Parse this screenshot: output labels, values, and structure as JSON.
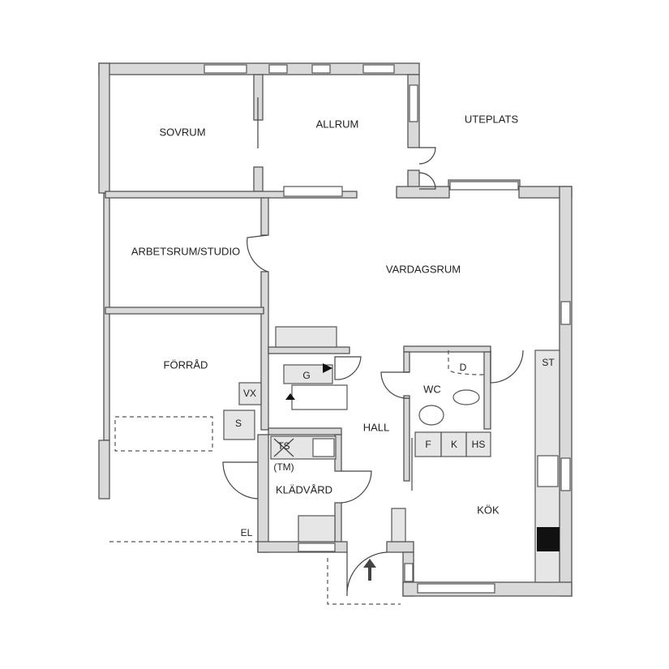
{
  "rooms": {
    "sovrum": "SOVRUM",
    "allrum": "ALLRUM",
    "uteplats": "UTEPLATS",
    "arbetsrum": "ARBETSRUM/STUDIO",
    "vardagsrum": "VARDAGSRUM",
    "forrad": "FÖRRÅD",
    "hall": "HALL",
    "wc": "WC",
    "kladvard": "KLÄDVÅRD",
    "kok": "KÖK"
  },
  "fixtures": {
    "d": "D",
    "g": "G",
    "vx": "VX",
    "s": "S",
    "ts": "TS",
    "tm": "(TM)",
    "f": "F",
    "k": "K",
    "hs": "HS",
    "st": "ST",
    "el": "EL"
  },
  "colors": {
    "wall": "#d9d9d9",
    "line": "#555555"
  }
}
